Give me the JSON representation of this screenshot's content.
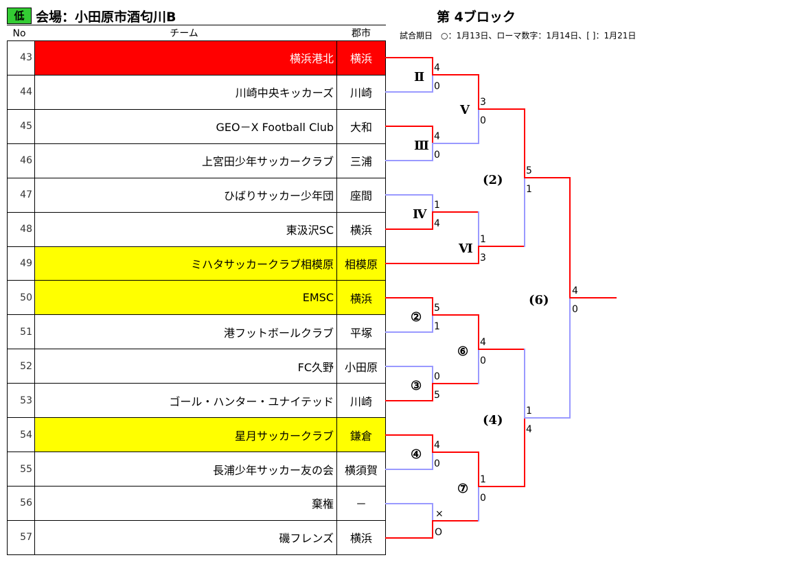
{
  "header": {
    "badge": "低",
    "venue": "会場：小田原市酒匂川B",
    "block": "第 4ブロック",
    "schedule": "試合期日　○：1月13日、ローマ数字：1月14日、[ ]：1月21日",
    "col_no": "No",
    "col_team": "チーム",
    "col_city": "郡市"
  },
  "colors": {
    "red": "#ff0000",
    "yellow": "#ffff00",
    "win_line": "#ff0000",
    "lose_line": "#9999ff",
    "badge": "#33cc33"
  },
  "rows": [
    {
      "no": "43",
      "team": "横浜港北",
      "city": "横浜",
      "highlight": "red"
    },
    {
      "no": "44",
      "team": "川崎中央キッカーズ",
      "city": "川崎",
      "highlight": ""
    },
    {
      "no": "45",
      "team": "GEO－X Football Club",
      "city": "大和",
      "highlight": ""
    },
    {
      "no": "46",
      "team": "上宮田少年サッカークラブ",
      "city": "三浦",
      "highlight": ""
    },
    {
      "no": "47",
      "team": "ひばりサッカー少年団",
      "city": "座間",
      "highlight": ""
    },
    {
      "no": "48",
      "team": "東汲沢SC",
      "city": "横浜",
      "highlight": ""
    },
    {
      "no": "49",
      "team": "ミハタサッカークラブ相模原",
      "city": "相模原",
      "highlight": "yellow"
    },
    {
      "no": "50",
      "team": "EMSC",
      "city": "横浜",
      "highlight": "yellow"
    },
    {
      "no": "51",
      "team": "港フットボールクラブ",
      "city": "平塚",
      "highlight": ""
    },
    {
      "no": "52",
      "team": "FC久野",
      "city": "小田原",
      "highlight": ""
    },
    {
      "no": "53",
      "team": "ゴール・ハンター・ユナイテッド",
      "city": "川崎",
      "highlight": ""
    },
    {
      "no": "54",
      "team": "星月サッカークラブ",
      "city": "鎌倉",
      "highlight": "yellow"
    },
    {
      "no": "55",
      "team": "長浦少年サッカー友の会",
      "city": "横須賀",
      "highlight": ""
    },
    {
      "no": "56",
      "team": "棄権",
      "city": "－",
      "highlight": ""
    },
    {
      "no": "57",
      "team": "磯フレンズ",
      "city": "横浜",
      "highlight": ""
    }
  ],
  "bracket": {
    "rounds": [
      "Ⅱ",
      "Ⅲ",
      "Ⅳ",
      "Ⅴ",
      "Ⅵ",
      "②",
      "③",
      "④",
      "⑥",
      "⑦",
      "(2)",
      "(4)",
      "(6)"
    ],
    "scores": [
      "4",
      "0",
      "4",
      "0",
      "1",
      "4",
      "3",
      "0",
      "1",
      "3",
      "5",
      "1",
      "5",
      "1",
      "0",
      "5",
      "4",
      "0",
      "4",
      "0",
      "1",
      "0",
      "1",
      "4",
      "4",
      "0",
      "×",
      "O"
    ]
  }
}
